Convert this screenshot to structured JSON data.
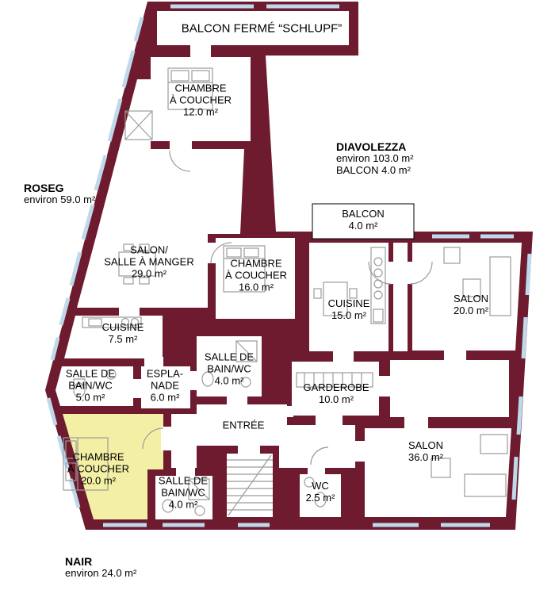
{
  "colors": {
    "wall": "#6e1b2f",
    "highlight": "#f3efa5",
    "window": "#bed9ec",
    "furniture": "#9b9b9b"
  },
  "apartments": {
    "roseg": {
      "name": "ROSEG",
      "area": "environ 59.0 m²"
    },
    "diavolezza": {
      "name": "DIAVOLEZZA",
      "area": "environ 103.0 m²",
      "balcon": "BALCON 4.0 m²"
    },
    "nair": {
      "name": "NAIR",
      "area": "environ 24.0 m²"
    }
  },
  "rooms": {
    "balcon_ferme": {
      "lines": [
        "BALCON FERMÉ “SCHLUPF”"
      ]
    },
    "chambre_12": {
      "lines": [
        "CHAMBRE",
        "À COUCHER",
        "12.0 m²"
      ]
    },
    "balcon_diavolezza": {
      "lines": [
        "BALCON",
        "4.0 m²"
      ]
    },
    "salon_salle_a_manger": {
      "lines": [
        "SALON/",
        "SALLE À MANGER",
        "29.0 m²"
      ]
    },
    "chambre_16": {
      "lines": [
        "CHAMBRE",
        "À COUCHER",
        "16.0 m²"
      ]
    },
    "cuisine_15": {
      "lines": [
        "CUISINE",
        "15.0 m²"
      ]
    },
    "salon_20": {
      "lines": [
        "SALON",
        "20.0 m²"
      ]
    },
    "cuisine_7_5": {
      "lines": [
        "CUISINE",
        "7.5 m²"
      ]
    },
    "salle_de_bain_5": {
      "lines": [
        "SALLE DE",
        "BAIN/WC",
        "5.0 m²"
      ]
    },
    "esplanade": {
      "lines": [
        "ESPLA-",
        "NADE",
        "6.0 m²"
      ]
    },
    "salle_de_bain_4_haut": {
      "lines": [
        "SALLE DE",
        "BAIN/WC",
        "4.0 m²"
      ]
    },
    "garderobe": {
      "lines": [
        "GARDEROBE",
        "10.0 m²"
      ]
    },
    "entree": {
      "lines": [
        "ENTRÉE"
      ]
    },
    "chambre_20": {
      "lines": [
        "CHAMBRE",
        "À COUCHER",
        "20.0 m²"
      ]
    },
    "salle_de_bain_4_bas": {
      "lines": [
        "SALLE DE",
        "BAIN/WC",
        "4.0 m²"
      ]
    },
    "wc": {
      "lines": [
        "WC",
        "2.5 m²"
      ]
    },
    "salon_36": {
      "lines": [
        "SALON",
        "36.0 m²"
      ]
    }
  }
}
